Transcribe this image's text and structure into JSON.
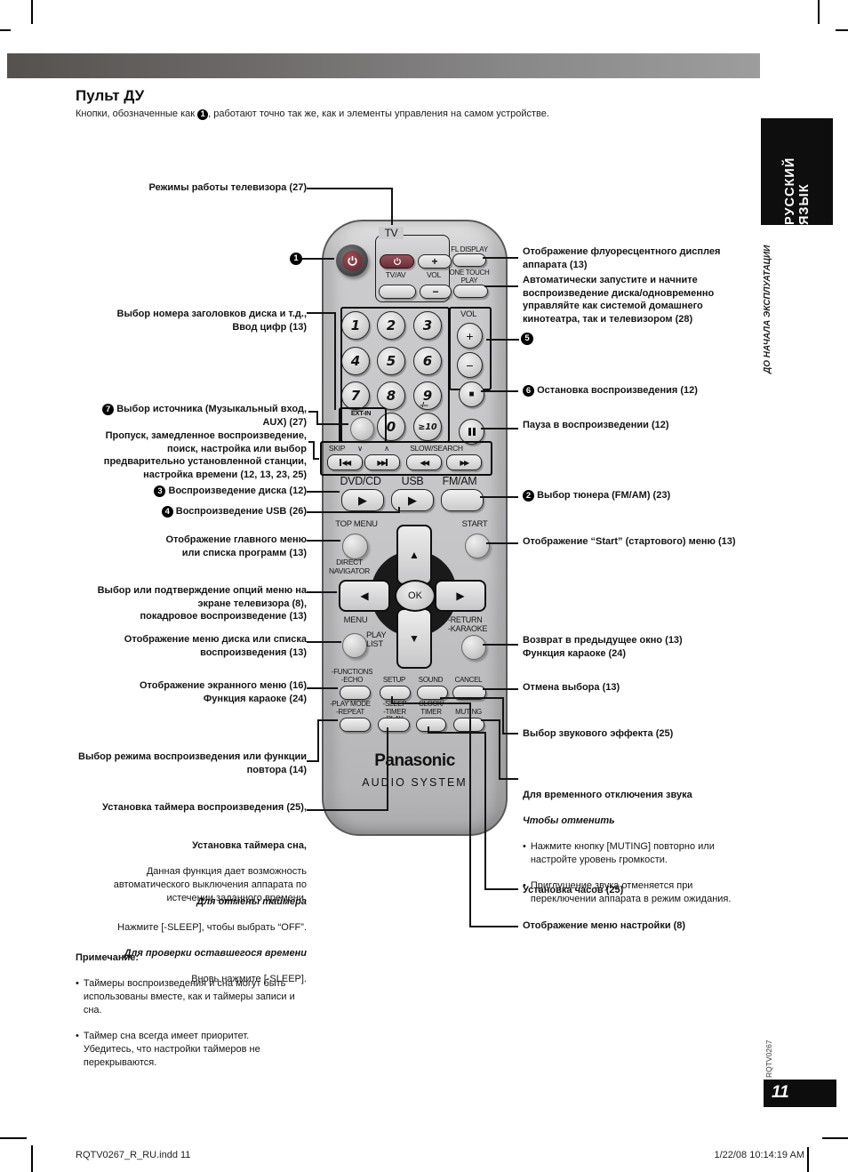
{
  "ui": {
    "bullet": "•"
  },
  "page": {
    "title": "Пульт ДУ",
    "intro_before": "Кнопки, обозначенные как ",
    "intro_badge": "1",
    "intro_after": ", работают точно так же, как и элементы управления на самом устройстве.",
    "lang_tab": "РУССКИЙ ЯЗЫК",
    "section_side": "ДО НАЧАЛА ЭКСПЛУАТАЦИИ",
    "doc_code_side": "RQTV0267",
    "page_number": "11",
    "footer_left": "RQTV0267_R_RU.indd   11",
    "footer_right": "1/22/08   10:14:19 AM"
  },
  "colors": {
    "accent_maroon": "#7c3a42",
    "header_bar_dark": "#55514f",
    "header_bar_light": "#9d9d9d",
    "tab_black": "#0e0e0e"
  },
  "badges": {
    "power": "1",
    "vol": "5"
  },
  "remote": {
    "brand": "Panasonic",
    "brand_sub": "AUDIO SYSTEM",
    "tv": "TV",
    "tv_av": "TV/AV",
    "vol": "VOL",
    "plus": "+",
    "minus": "−",
    "fl_display": "FL DISPLAY",
    "one_touch_play": "ONE TOUCH\nPLAY",
    "digits": [
      "1",
      "2",
      "3",
      "4",
      "5",
      "6",
      "7",
      "8",
      "9",
      "0"
    ],
    "ge10": "≥10",
    "digit_dash": "-/--",
    "ext_in": "EXT-IN",
    "stop_glyph": "■",
    "skip": "SKIP",
    "skip_down": "∨",
    "skip_up": "∧",
    "slow_search": "SLOW/SEARCH",
    "rew2": "◀◀",
    "ff2": "▶▶",
    "dvd_cd": "DVD/CD",
    "usb": "USB",
    "fm_am": "FM/AM",
    "play_glyph": "▶",
    "top_menu": "TOP MENU",
    "start": "START",
    "direct_navigator": "DIRECT\nNAVIGATOR",
    "up": "▲",
    "down": "▼",
    "left": "◀",
    "right": "▶",
    "ok": "OK",
    "menu": "MENU",
    "play_list": "PLAY\nLIST",
    "return_karaoke": "-RETURN\n-KARAOKE",
    "functions_echo": "-FUNCTIONS\n-ECHO",
    "setup": "SETUP",
    "sound": "SOUND",
    "cancel": "CANCEL",
    "play_mode_repeat": "-PLAY MODE\n-REPEAT",
    "sleep_timer_play": "-SLEEP\n-TIMER PLAY",
    "clock_timer": "CLOCK/\nTIMER",
    "muting": "MUTING"
  },
  "callouts_left": [
    {
      "text": "Режимы работы телевизора (27)"
    },
    {
      "text": "Выбор номера заголовков диска и т.д.,\nВвод цифр (13)"
    },
    {
      "badge": "7",
      "text": "Выбор источника (Музыкальный вход,\nAUX) (27)"
    },
    {
      "text": "Пропуск, замедленное воспроизведение,\nпоиск, настройка или выбор\nпредварительно установленной станции,\nнастройка времени (12, 13, 23, 25)"
    },
    {
      "badge": "3",
      "text": "Воспроизведение диска (12)"
    },
    {
      "badge": "4",
      "text": "Воспроизведение USB (26)"
    },
    {
      "text": "Отображение главного меню\nили списка программ (13)"
    },
    {
      "text": "Выбор или подтверждение опций меню на\nэкране телевизора (8),\nпокадровое воспроизведение (13)"
    },
    {
      "text": "Отображение меню диска или списка\nвоспроизведения (13)"
    },
    {
      "text": "Отображение экранного меню (16)\nФункция караоке (24)"
    },
    {
      "text": "Выбор режима воспроизведения или функции\nповтора (14)"
    },
    {
      "text": "Установка таймера воспроизведения (25),"
    }
  ],
  "sleep_timer": {
    "heading": "Установка таймера сна,",
    "body": "Данная функция дает возможность\nавтоматического выключения аппарата по\nистечении заданного времени.",
    "cancel_heading": "Для отмены таймера",
    "cancel_body": "Нажмите [-SLEEP], чтобы выбрать “OFF”.",
    "check_heading": "Для проверки оставшегося времени",
    "check_body": "Вновь нажмите [-SLEEP]."
  },
  "note": {
    "heading": "Примечание:",
    "items": [
      "Таймеры воспроизведения и сна могут быть\nиспользованы вместе, как и таймеры записи и\nсна.",
      "Таймер сна всегда имеет приоритет.\nУбедитесь, что настройки таймеров не\nперекрываются."
    ]
  },
  "callouts_right": [
    {
      "text": "Отображение флуоресцентного дисплея\nаппарата (13)"
    },
    {
      "text": "Автоматически запустите и начните\nвоспроизведение диска/одновременно\nуправляйте как системой домашнего\nкинотеатра, так и телевизором (28)",
      "badge_after": "5"
    },
    {
      "badge": "6",
      "text": "Остановка воспроизведения (12)"
    },
    {
      "text": "Пауза в воспроизведении (12)"
    },
    {
      "badge": "2",
      "text": "Выбор тюнера (FM/AM) (23)"
    },
    {
      "text": "Отображение “Start” (стартового) меню (13)"
    },
    {
      "text": "Возврат в предыдущее окно (13)\nФункция караоке (24)"
    },
    {
      "text": "Отмена выбора (13)"
    },
    {
      "text": "Выбор звукового эффекта (25)"
    },
    {
      "text": "Установка часов (25)"
    },
    {
      "text": "Отображение меню настройки (8)"
    }
  ],
  "muting_note": {
    "heading": "Для временного отключения звука",
    "subheading": "Чтобы отменить",
    "items": [
      "Нажмите кнопку [MUTING] повторно или\nнастройте уровень громкости.",
      "Приглушение звука отменяется при\nпереключении аппарата в режим ожидания."
    ]
  }
}
